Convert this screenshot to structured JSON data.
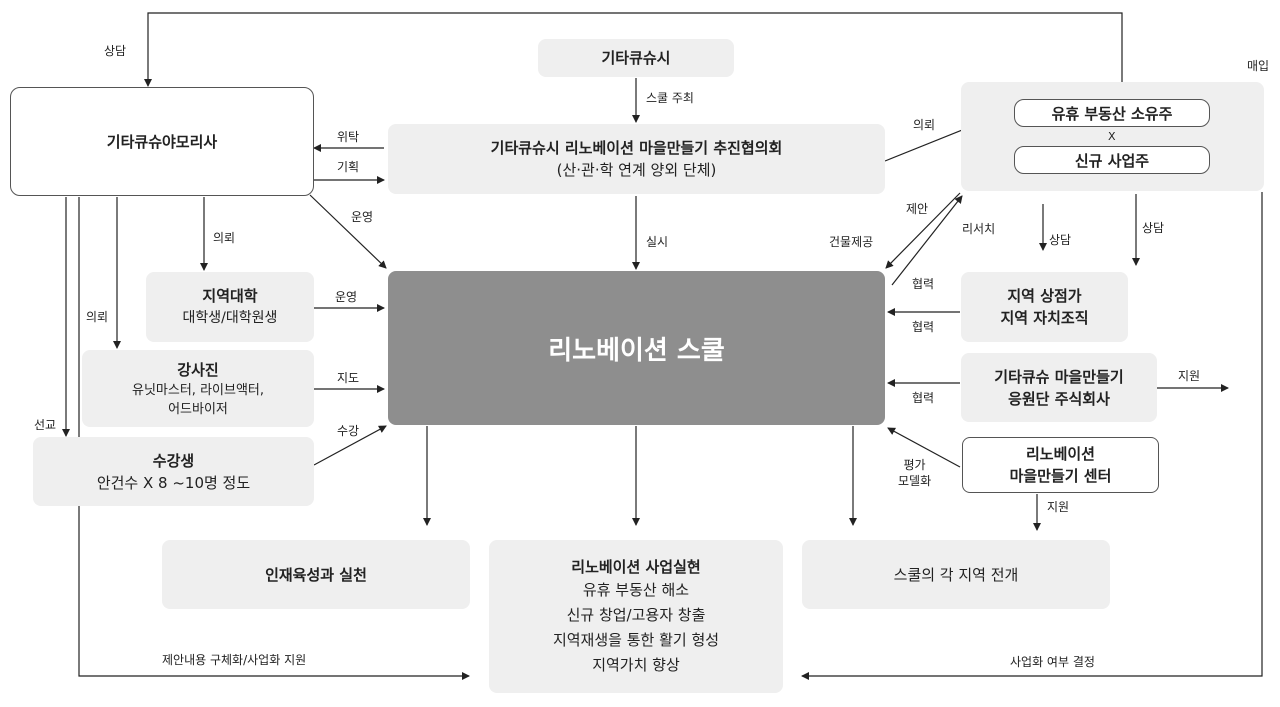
{
  "boxes": {
    "city": "기타큐슈시",
    "yamori": "기타큐슈야모리사",
    "council_title": "기타큐슈시 리노베이션 마을만들기 추진협의회",
    "council_sub": "(산·관·학 연계 양외 단체)",
    "owner_idle": "유휴 부동산 소유주",
    "owner_x": "X",
    "owner_new": "신규 사업주",
    "univ_title": "지역대학",
    "univ_sub": "대학생/대학원생",
    "lecturer_title": "강사진",
    "lecturer_sub1": "유닛마스터, 라이브액터,",
    "lecturer_sub2": "어드바이저",
    "students_title": "수강생",
    "students_sub": "안건수 X 8 ~10명 정도",
    "school": "리노베이션 스쿨",
    "shops_1": "지역 상점가",
    "shops_2": "지역 자치조직",
    "support_1": "기타큐슈 마을만들기",
    "support_2": "응원단 주식회사",
    "center_1": "리노베이션",
    "center_2": "마을만들기 센터",
    "talent": "인재육성과 실천",
    "biz_title": "리노베이션 사업실현",
    "biz_items": [
      "유휴 부동산 해소",
      "신규 창업/고용자 창출",
      "지역재생을 통한 활기 형성",
      "지역가치 향상"
    ],
    "expand": "스쿨의 각 지역 전개"
  },
  "labels": {
    "consult_top": "상담",
    "purchase": "매입",
    "school_host": "스쿨 주최",
    "entrust": "위탁",
    "plan": "기획",
    "request_owner": "의뢰",
    "operate_1": "운영",
    "request_univ": "의뢰",
    "implement": "실시",
    "building": "건물제공",
    "propose": "제안",
    "research": "리서치",
    "consult_mid": "상담",
    "consult_right": "상담",
    "request_lect": "의뢰",
    "operate_2": "운영",
    "coop_1": "협력",
    "coop_2": "협력",
    "coop_3": "협력",
    "guide": "지도",
    "support_out": "지원",
    "attend": "수강",
    "select": "선교",
    "evaluate": "평가",
    "model": "모델화",
    "support_center": "지원",
    "proposal_support": "제안내용 구체화/사업화 지원",
    "decision": "사업화 여부 결정"
  },
  "colors": {
    "box": "#efefef",
    "school": "#8e8e8e",
    "line": "#222222"
  }
}
